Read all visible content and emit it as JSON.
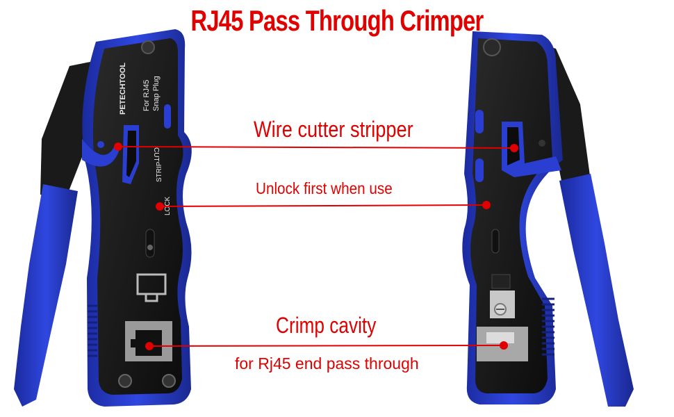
{
  "title": "RJ45 Pass Through Crimper",
  "callouts": {
    "cutter": "Wire cutter stripper",
    "unlock": "Unlock first when use",
    "crimp": "Crimp cavity",
    "pass_through": "for Rj45 end pass through"
  },
  "tool_text": {
    "brand": "PETECHTOOL",
    "model_line1": "For RJ45",
    "model_line2": "Snap Plug",
    "cut": "CUT",
    "strip": "STRIP",
    "lock": "LOCK"
  },
  "colors": {
    "accent": "#e00000",
    "handle_blue": "#2a3fd1",
    "body_black": "#151515"
  }
}
